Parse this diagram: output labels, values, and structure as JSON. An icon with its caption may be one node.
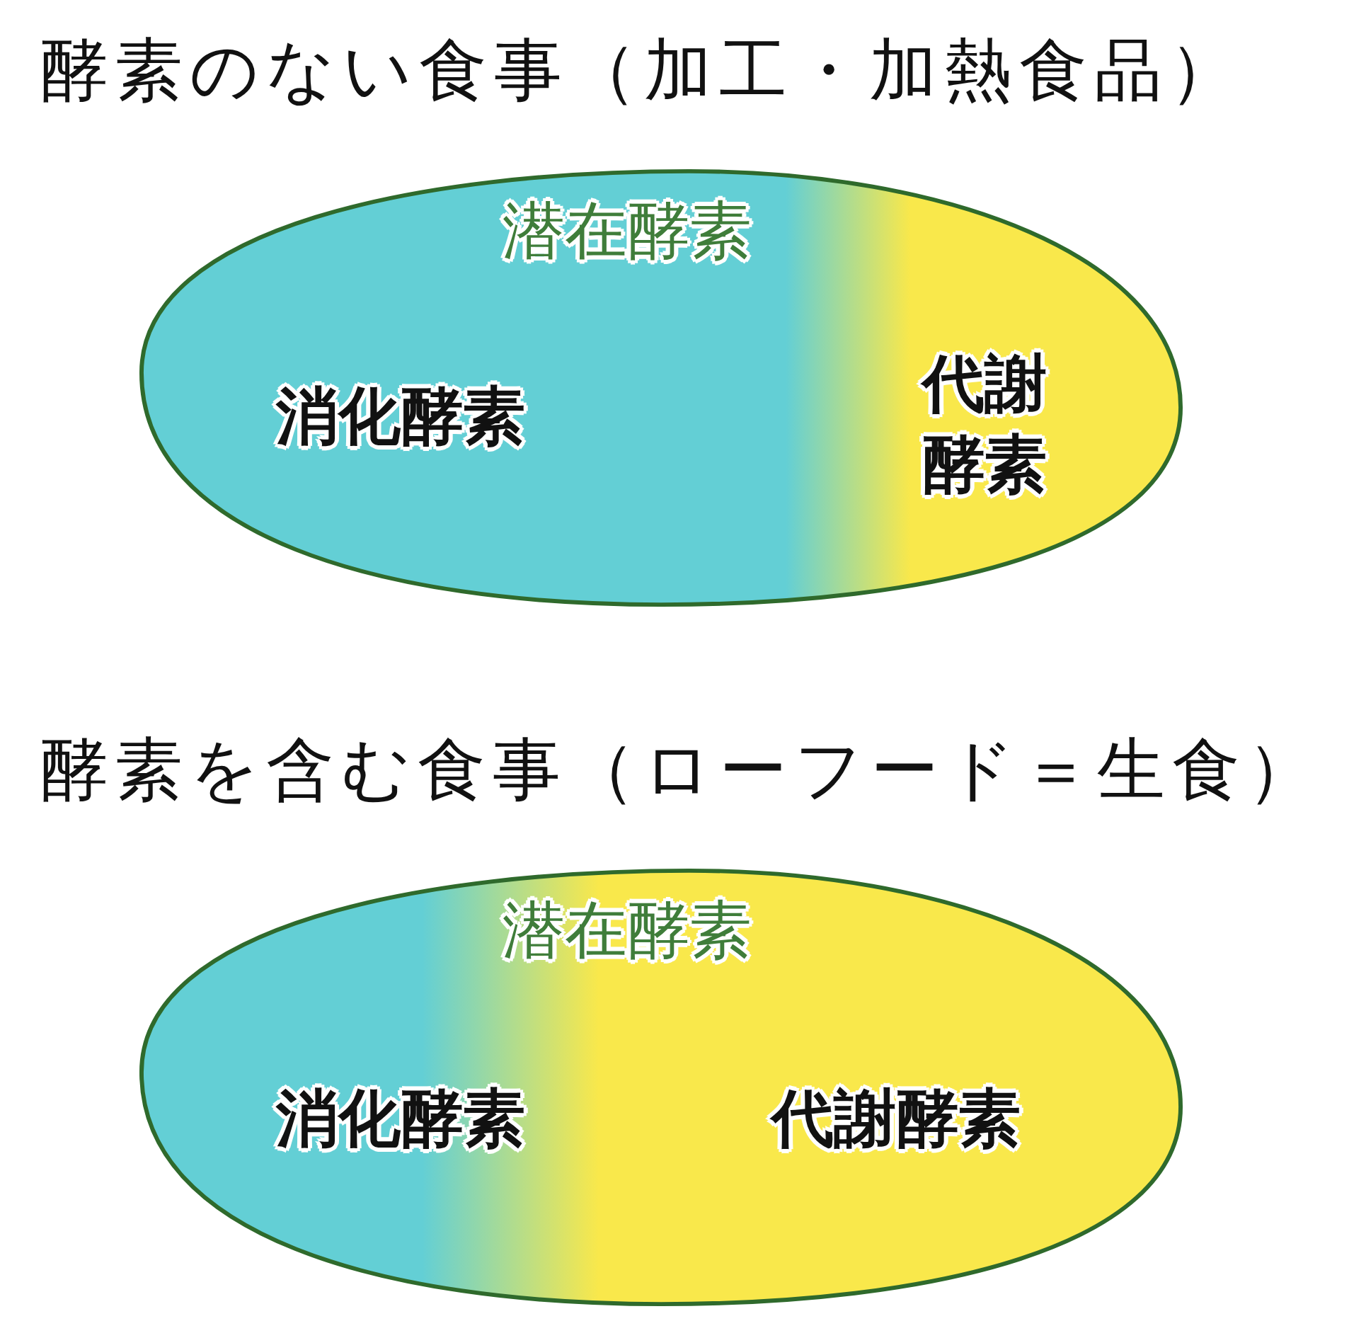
{
  "diagram": {
    "nodes": [
      {
        "text": [
          "酵素のない食事（加工・加熱食品）",
          "潜在酵素",
          "消化酵素",
          "代謝酵素"
        ]
      },
      {
        "text": [
          "酵素を含む食事（ローフード＝生食）",
          "潜在酵素",
          "消化酵素",
          "代謝酵素"
        ]
      }
    ]
  }
}
